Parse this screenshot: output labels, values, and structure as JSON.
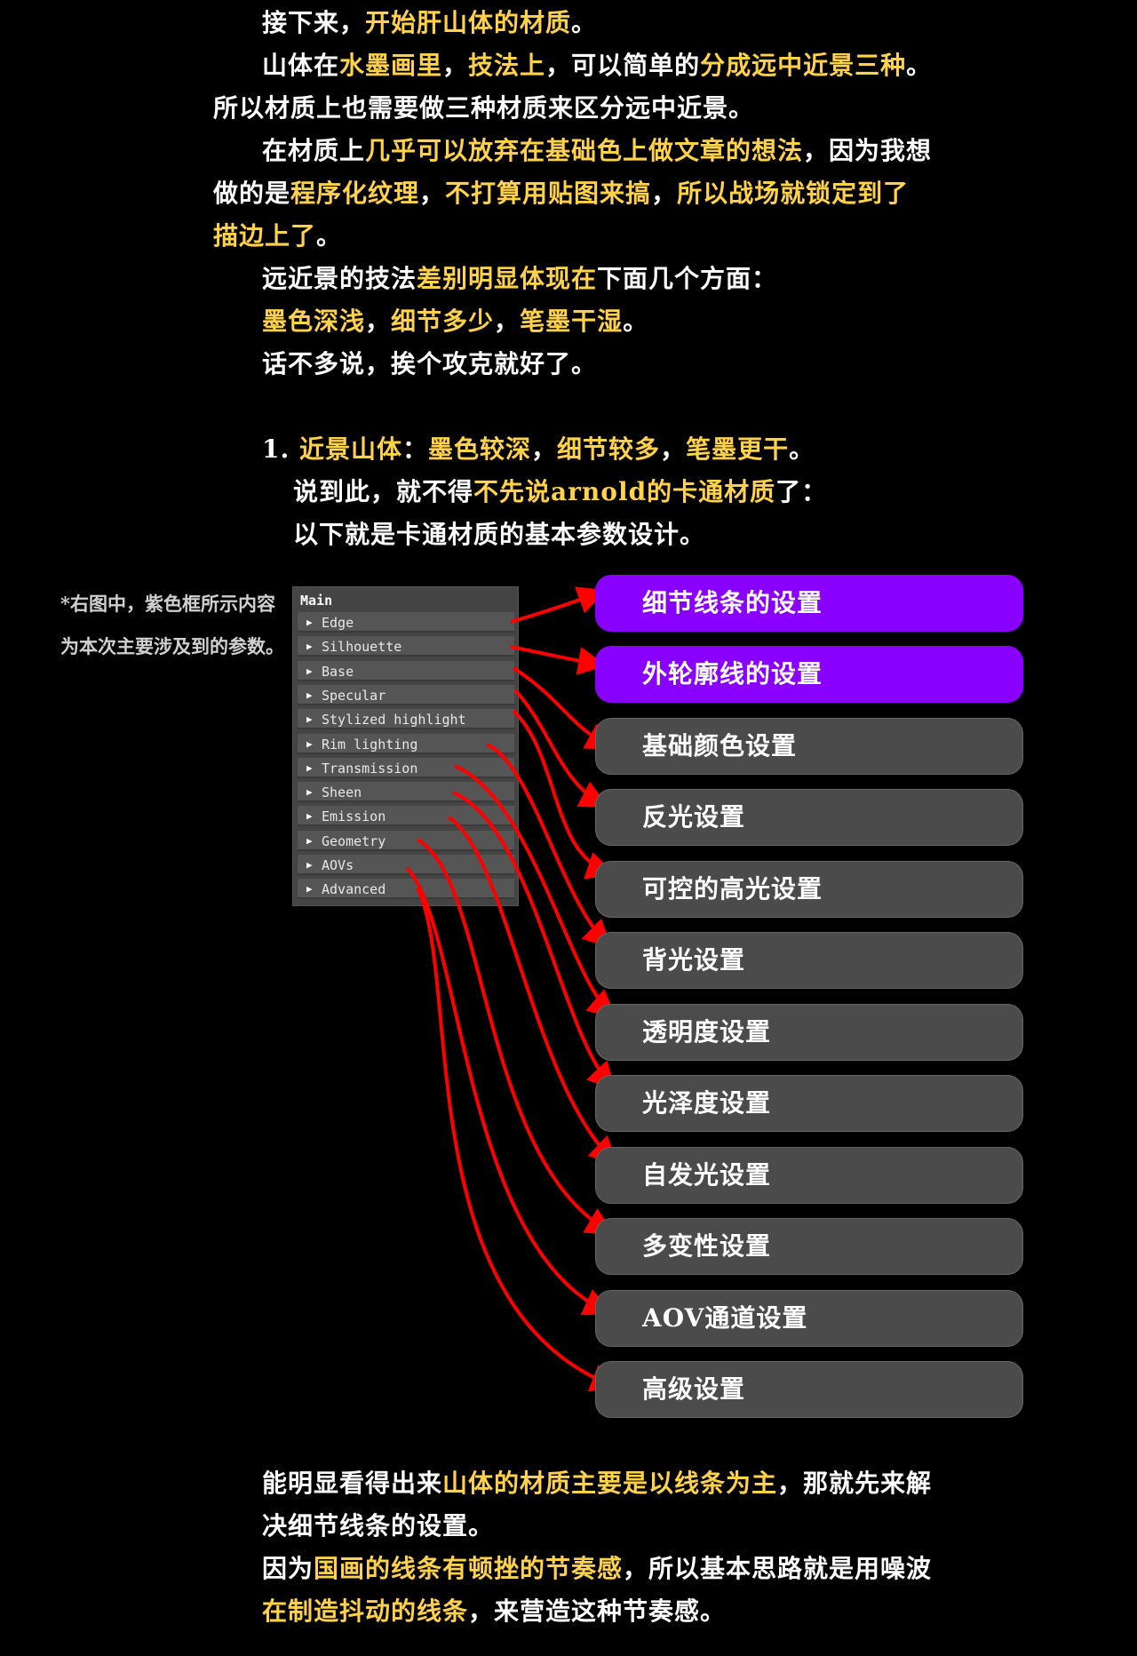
{
  "intro_lines": [
    [
      {
        "t": "接下来，",
        "c": "w"
      },
      {
        "t": "开始肝山体的材质",
        "c": "y"
      },
      {
        "t": "。",
        "c": "w"
      }
    ],
    [
      {
        "t": "山体在",
        "c": "w"
      },
      {
        "t": "水墨画里",
        "c": "y"
      },
      {
        "t": "，",
        "c": "w"
      },
      {
        "t": "技法上",
        "c": "y"
      },
      {
        "t": "，可以简单的",
        "c": "w"
      },
      {
        "t": "分成远中近景三种",
        "c": "y"
      },
      {
        "t": "。",
        "c": "w"
      }
    ],
    [
      {
        "t": "所以材质上也需要做三种材质来区分远中近景。",
        "c": "w"
      }
    ],
    [
      {
        "t": "在材质上",
        "c": "w"
      },
      {
        "t": "几乎可以放弃在基础色上做文章的想法",
        "c": "y"
      },
      {
        "t": "，因为我想",
        "c": "w"
      }
    ],
    [
      {
        "t": "做的是",
        "c": "w"
      },
      {
        "t": "程序化纹理",
        "c": "y"
      },
      {
        "t": "，",
        "c": "w"
      },
      {
        "t": "不打算用贴图来搞",
        "c": "y"
      },
      {
        "t": "，",
        "c": "w"
      },
      {
        "t": "所以战场就锁定到了",
        "c": "y"
      }
    ],
    [
      {
        "t": "描边上了",
        "c": "y"
      },
      {
        "t": "。",
        "c": "w"
      }
    ],
    [
      {
        "t": "远近景的技法",
        "c": "w"
      },
      {
        "t": "差别明显体现在",
        "c": "y"
      },
      {
        "t": "下面几个方面：",
        "c": "w"
      }
    ],
    [
      {
        "t": "墨色深浅",
        "c": "y"
      },
      {
        "t": "，",
        "c": "w"
      },
      {
        "t": "细节多少",
        "c": "y"
      },
      {
        "t": "，",
        "c": "w"
      },
      {
        "t": "笔墨干湿",
        "c": "y"
      },
      {
        "t": "。",
        "c": "w"
      }
    ],
    [
      {
        "t": "话不多说，挨个攻克就好了。",
        "c": "w"
      }
    ],
    [
      {
        "t": "1. ",
        "c": "w"
      },
      {
        "t": "近景山体",
        "c": "y"
      },
      {
        "t": "：",
        "c": "w"
      },
      {
        "t": "墨色较深",
        "c": "y"
      },
      {
        "t": "，",
        "c": "w"
      },
      {
        "t": "细节较多",
        "c": "y"
      },
      {
        "t": "，",
        "c": "w"
      },
      {
        "t": "笔墨更干",
        "c": "y"
      },
      {
        "t": "。",
        "c": "w"
      }
    ],
    [
      {
        "t": "说到此，就不得",
        "c": "w"
      },
      {
        "t": "不先说arnold的卡通材质",
        "c": "y"
      },
      {
        "t": "了：",
        "c": "w"
      }
    ],
    [
      {
        "t": "以下就是卡通材质的基本参数设计。",
        "c": "w"
      }
    ]
  ],
  "side_note": "*右图中，紫色框所示内容为本次主要涉及到的参数。",
  "panel": {
    "title": "Main",
    "rows": [
      "Edge",
      "Silhouette",
      "Base",
      "Specular",
      "Stylized highlight",
      "Rim lighting",
      "Transmission",
      "Sheen",
      "Emission",
      "Geometry",
      "AOVs",
      "Advanced"
    ]
  },
  "boxes": [
    {
      "label": "细节线条的设置",
      "highlight": true
    },
    {
      "label": "外轮廓线的设置",
      "highlight": true
    },
    {
      "label": "基础颜色设置",
      "highlight": false
    },
    {
      "label": "反光设置",
      "highlight": false
    },
    {
      "label": "可控的高光设置",
      "highlight": false
    },
    {
      "label": "背光设置",
      "highlight": false
    },
    {
      "label": "透明度设置",
      "highlight": false
    },
    {
      "label": "光泽度设置",
      "highlight": false
    },
    {
      "label": "自发光设置",
      "highlight": false
    },
    {
      "label": "多变性设置",
      "highlight": false
    },
    {
      "label": "AOV通道设置",
      "highlight": false
    },
    {
      "label": "高级设置",
      "highlight": false
    }
  ],
  "outro_lines": [
    [
      {
        "t": "能明显看得出来",
        "c": "w"
      },
      {
        "t": "山体的材质主要是以线条为主",
        "c": "y"
      },
      {
        "t": "，那就先来解",
        "c": "w"
      }
    ],
    [
      {
        "t": "决细节线条的设置。",
        "c": "w"
      }
    ],
    [
      {
        "t": "因为",
        "c": "w"
      },
      {
        "t": "国画的线条有顿挫的节奏感",
        "c": "y"
      },
      {
        "t": "，所以基本思路就是用噪波",
        "c": "w"
      }
    ],
    [
      {
        "t": "在制造抖动的线条",
        "c": "y"
      },
      {
        "t": "，来营造这种节奏感。",
        "c": "w"
      }
    ]
  ],
  "colors": {
    "text": "#ffffff",
    "highlight": "#ffd24a",
    "purple": "#8a00ff",
    "box": "#4b4b4b",
    "arrow": "#ff0000"
  }
}
